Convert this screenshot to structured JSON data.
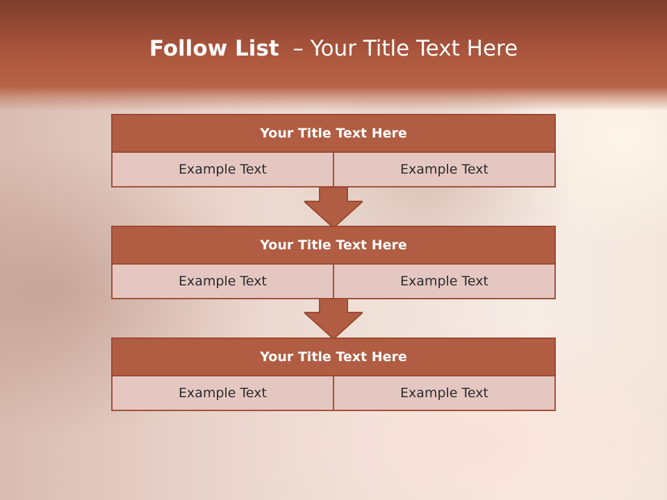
{
  "slide": {
    "title_bold": "Follow List",
    "title_rest": "  – Your Title Text Here"
  },
  "blocks": [
    {
      "title": "Your Title Text Here",
      "left": "Example Text",
      "right": "Example Text"
    },
    {
      "title": "Your Title Text Here",
      "left": "Example Text",
      "right": "Example Text"
    },
    {
      "title": "Your Title Text Here",
      "left": "Example Text",
      "right": "Example Text"
    }
  ],
  "colors": {
    "header": "#a9543c",
    "title_box": "#b05d43",
    "cell_fill": "#e5c7c2",
    "arrow": "#b05d43"
  }
}
